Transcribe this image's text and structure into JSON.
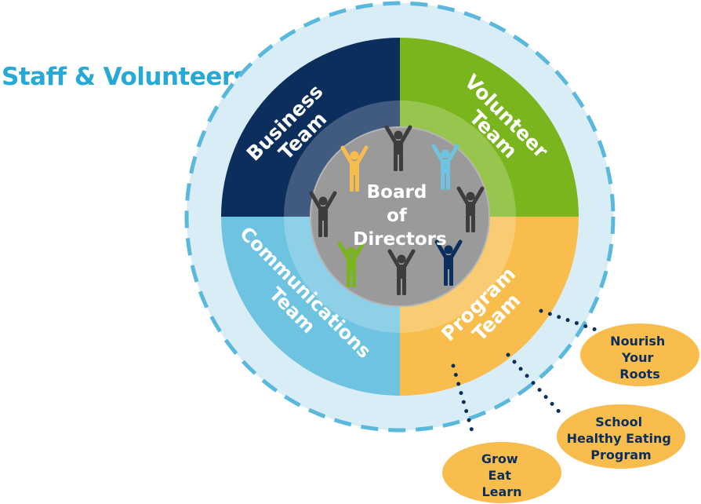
{
  "heading": "Staff & Volunteers",
  "center": {
    "lines": [
      "Board",
      "of",
      "Directors"
    ]
  },
  "quadrants": {
    "business": {
      "lines": [
        "Business",
        "Team"
      ],
      "color": "#0b2e5c"
    },
    "volunteer": {
      "lines": [
        "Volunteer",
        "Team"
      ],
      "color": "#7ab51d"
    },
    "communications": {
      "lines": [
        "Communications",
        "Team"
      ],
      "color": "#6ec3e0"
    },
    "program": {
      "lines": [
        "Program",
        "Team"
      ],
      "color": "#f8bd4c"
    }
  },
  "programs": {
    "nourish": {
      "lines": [
        "Nourish",
        "Your",
        "Roots"
      ]
    },
    "school": {
      "lines": [
        "School",
        "Healthy Eating",
        "Program"
      ]
    },
    "grow": {
      "lines": [
        "Grow",
        "Eat",
        "Learn"
      ]
    }
  },
  "colors": {
    "heading": "#27a9d6",
    "outer_ring": "#d8edf5",
    "dashed_border": "#5ab8dc",
    "center_fill": "#9a9a9a",
    "bubble_fill": "#f8bd4c",
    "connector": "#0b2e5c"
  },
  "figures": [
    {
      "color": "#f8bd4c",
      "icon": "person-arms-up-icon"
    },
    {
      "color": "#3d3d3d",
      "icon": "person-arms-up-icon"
    },
    {
      "color": "#6ec3e0",
      "icon": "person-arms-up-icon"
    },
    {
      "color": "#3d3d3d",
      "icon": "person-arms-up-icon"
    },
    {
      "color": "#3d3d3d",
      "icon": "person-arms-up-icon"
    },
    {
      "color": "#7ab51d",
      "icon": "person-arms-up-icon"
    },
    {
      "color": "#3d3d3d",
      "icon": "person-arms-up-icon"
    },
    {
      "color": "#0b2e5c",
      "icon": "person-arms-up-icon"
    }
  ]
}
